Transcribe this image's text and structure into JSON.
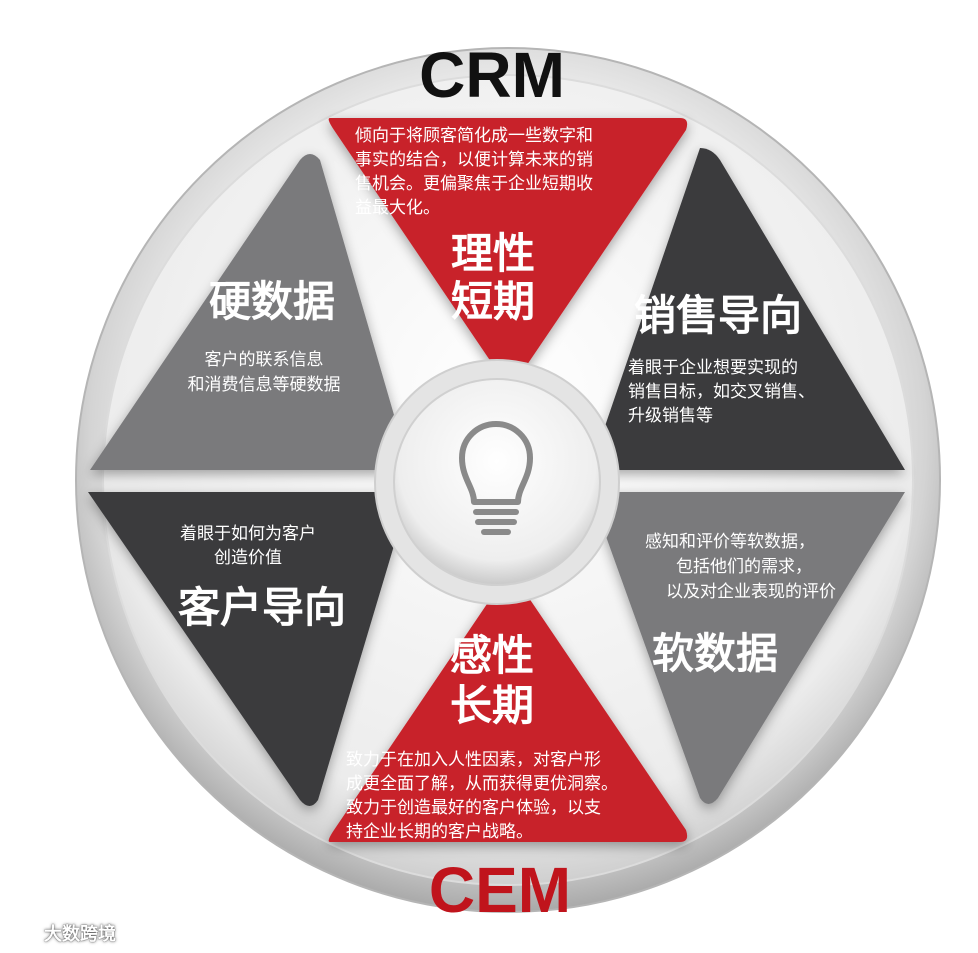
{
  "header": {
    "crm": "CRM",
    "cem": "CEM"
  },
  "segments": {
    "top": {
      "title1": "理性",
      "title2": "短期",
      "desc": [
        "倾向于将顾客简化成一些数字和",
        "事实的结合，以便计算未来的销",
        "售机会。更偏聚焦于企业短期收",
        "益最大化。"
      ]
    },
    "upper_right": {
      "title": "销售导向",
      "desc": [
        "着眼于企业想要实现的",
        "销售目标，如交叉销售、",
        "升级销售等"
      ]
    },
    "lower_right": {
      "title": "软数据",
      "desc": [
        "感知和评价等软数据，",
        "包括他们的需求，",
        "以及对企业表现的评价"
      ]
    },
    "bottom": {
      "title1": "感性",
      "title2": "长期",
      "desc": [
        "致力于在加入人性因素，对客户形",
        "成更全面了解，从而获得更优洞察。",
        "致力于创造最好的客户体验，以支",
        "持企业长期的客户战略。"
      ]
    },
    "lower_left": {
      "title": "客户导向",
      "desc": [
        "着眼于如何为客户",
        "创造价值"
      ]
    },
    "upper_left": {
      "title": "硬数据",
      "desc": [
        "客户的联系信息",
        "和消费信息等硬数据"
      ]
    }
  },
  "center": {
    "icon": "lightbulb-icon"
  },
  "watermark": {
    "text": "大数跨境",
    "icon": "logo-icon"
  },
  "colors": {
    "red": "#c8222a",
    "dark": "#3a3a3c",
    "gray": "#7a7a7c",
    "white": "#ffffff",
    "cem_red": "#c0141c",
    "crm_black": "#111111"
  }
}
